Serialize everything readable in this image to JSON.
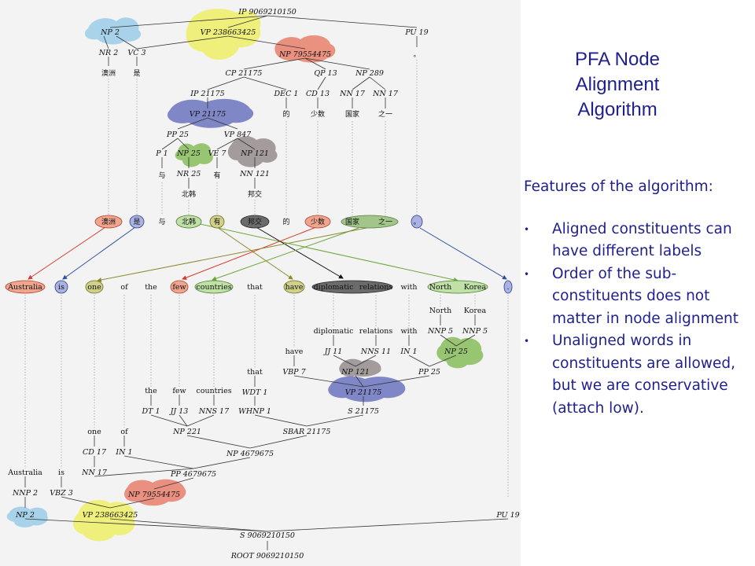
{
  "title": "PFA Node Alignment Algorithm",
  "features": {
    "heading": "Features of the algorithm:",
    "items": [
      "Aligned constituents can have different labels",
      "Order of the sub-constituents does not matter in node alignment",
      "Unaligned words in constituents are allowed, but we are conservative (attach low)."
    ]
  },
  "colors": {
    "text_blue": "#1f1f8f",
    "red": "#e8604a",
    "blue": "#3a5ba8",
    "green": "#7ab648",
    "gray": "#6b6b6b",
    "purple": "#5a63b8",
    "yellow": "#eeee55",
    "lightblue": "#8fc8e6"
  },
  "top_tree": {
    "root": "IP 9069210150",
    "labels": [
      "NP 2",
      "VP 238663425",
      "PU 19",
      "NR 2",
      "VC 3",
      "NP 79554475",
      "CP 21175",
      "QP 13",
      "NP 289",
      "IP 21175",
      "DEC 1",
      "CD 13",
      "NN 17",
      "NN 17",
      "VP 21175",
      "PP 25",
      "VP 847",
      "P 1",
      "NP 25",
      "VE 7",
      "NP 121",
      "NR 25",
      "NN 121"
    ],
    "words": [
      "澳洲",
      "是",
      "的",
      "少数",
      "国家",
      "之一",
      "与",
      "有",
      "北韩",
      "邦交",
      "。"
    ]
  },
  "source_tokens": [
    "澳洲",
    "是",
    "与",
    "北韩",
    "有",
    "邦交",
    "的",
    "少数",
    "国家",
    "之一",
    "。"
  ],
  "target_tokens": [
    "Australia",
    "is",
    "one",
    "of",
    "the",
    "few",
    "countries",
    "that",
    "have",
    "diplomatic",
    "relations",
    "with",
    "North",
    "Korea",
    "."
  ],
  "bottom_tree": {
    "words": [
      "North",
      "Korea",
      "diplomatic",
      "relations",
      "with",
      "have",
      "that",
      "the",
      "few",
      "countries",
      "one",
      "of",
      "Australia",
      "is"
    ],
    "labels": [
      "NNP 5",
      "NNP 5",
      "NP 25",
      "JJ 11",
      "NNS 11",
      "IN 1",
      "VBP 7",
      "NP 121",
      "PP 25",
      "VP 21175",
      "WDT 1",
      "DT 1",
      "JJ 13",
      "NNS 17",
      "WHNP 1",
      "S 21175",
      "NP 221",
      "SBAR 21175",
      "CD 17",
      "IN 1",
      "NP 4679675",
      "NN 17",
      "PP 4679675",
      "NNP 2",
      "VBZ 3",
      "NP 79554475",
      "NP 2",
      "VP 238663425",
      "PU 19",
      "S 9069210150",
      "ROOT 9069210150"
    ]
  }
}
